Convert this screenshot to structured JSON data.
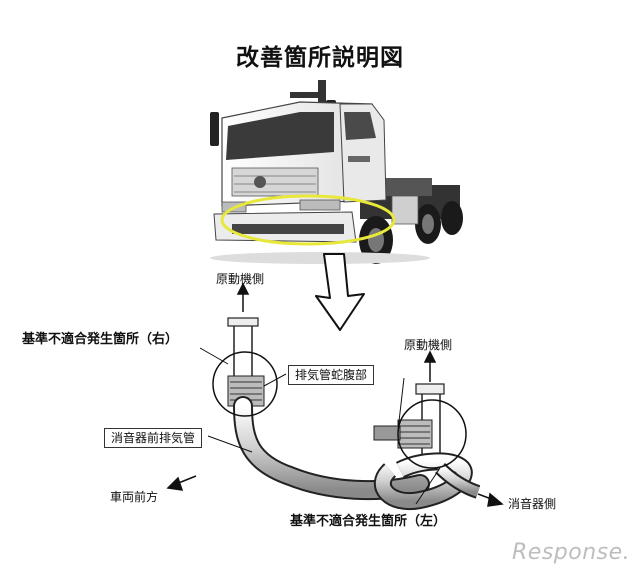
{
  "title": "改善箇所説明図",
  "labels": {
    "engine_side_left": "原動機側",
    "engine_side_right": "原動機側",
    "defect_right": "基準不適合発生箇所（右）",
    "defect_left": "基準不適合発生箇所（左）",
    "bellows": "排気管蛇腹部",
    "pre_muffler_pipe": "消音器前排気管",
    "vehicle_front": "車両前方",
    "muffler_side": "消音器側"
  },
  "logo": {
    "text": "Response.",
    "color": "#bdbdbd"
  },
  "colors": {
    "highlight": "#e8e83a",
    "line": "#222222",
    "truck_body": "#f4f4f4"
  }
}
